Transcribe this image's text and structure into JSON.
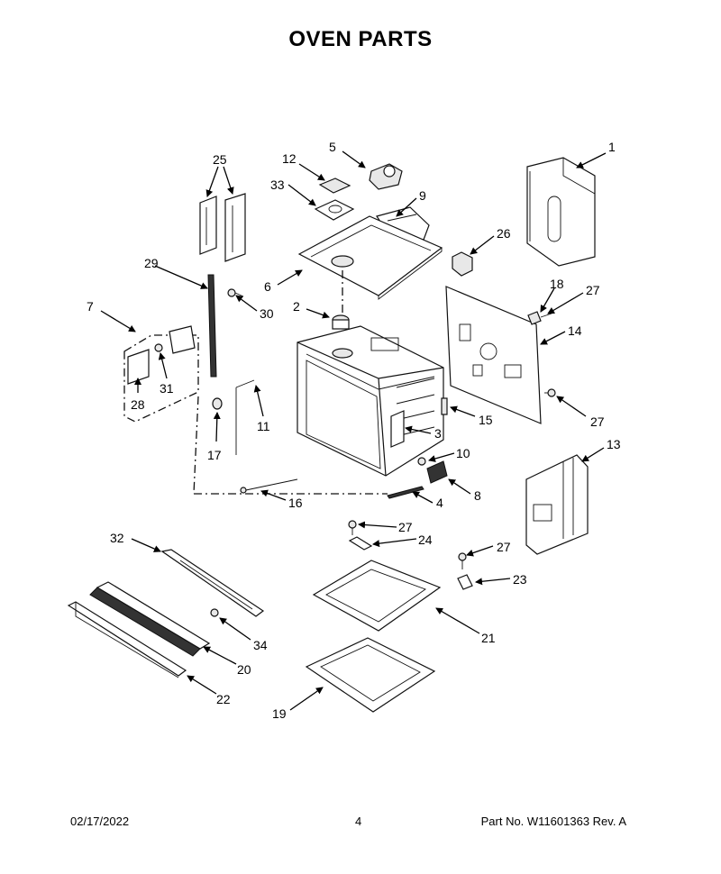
{
  "title": "OVEN PARTS",
  "footer": {
    "date": "02/17/2022",
    "page": "4",
    "part_number": "Part No.  W11601363  Rev.  A"
  },
  "callouts": [
    "1",
    "2",
    "3",
    "4",
    "5",
    "6",
    "7",
    "8",
    "9",
    "10",
    "11",
    "12",
    "13",
    "14",
    "15",
    "16",
    "17",
    "18",
    "19",
    "20",
    "21",
    "22",
    "23",
    "24",
    "25",
    "26",
    "27",
    "28",
    "29",
    "30",
    "31",
    "32",
    "33",
    "34"
  ]
}
